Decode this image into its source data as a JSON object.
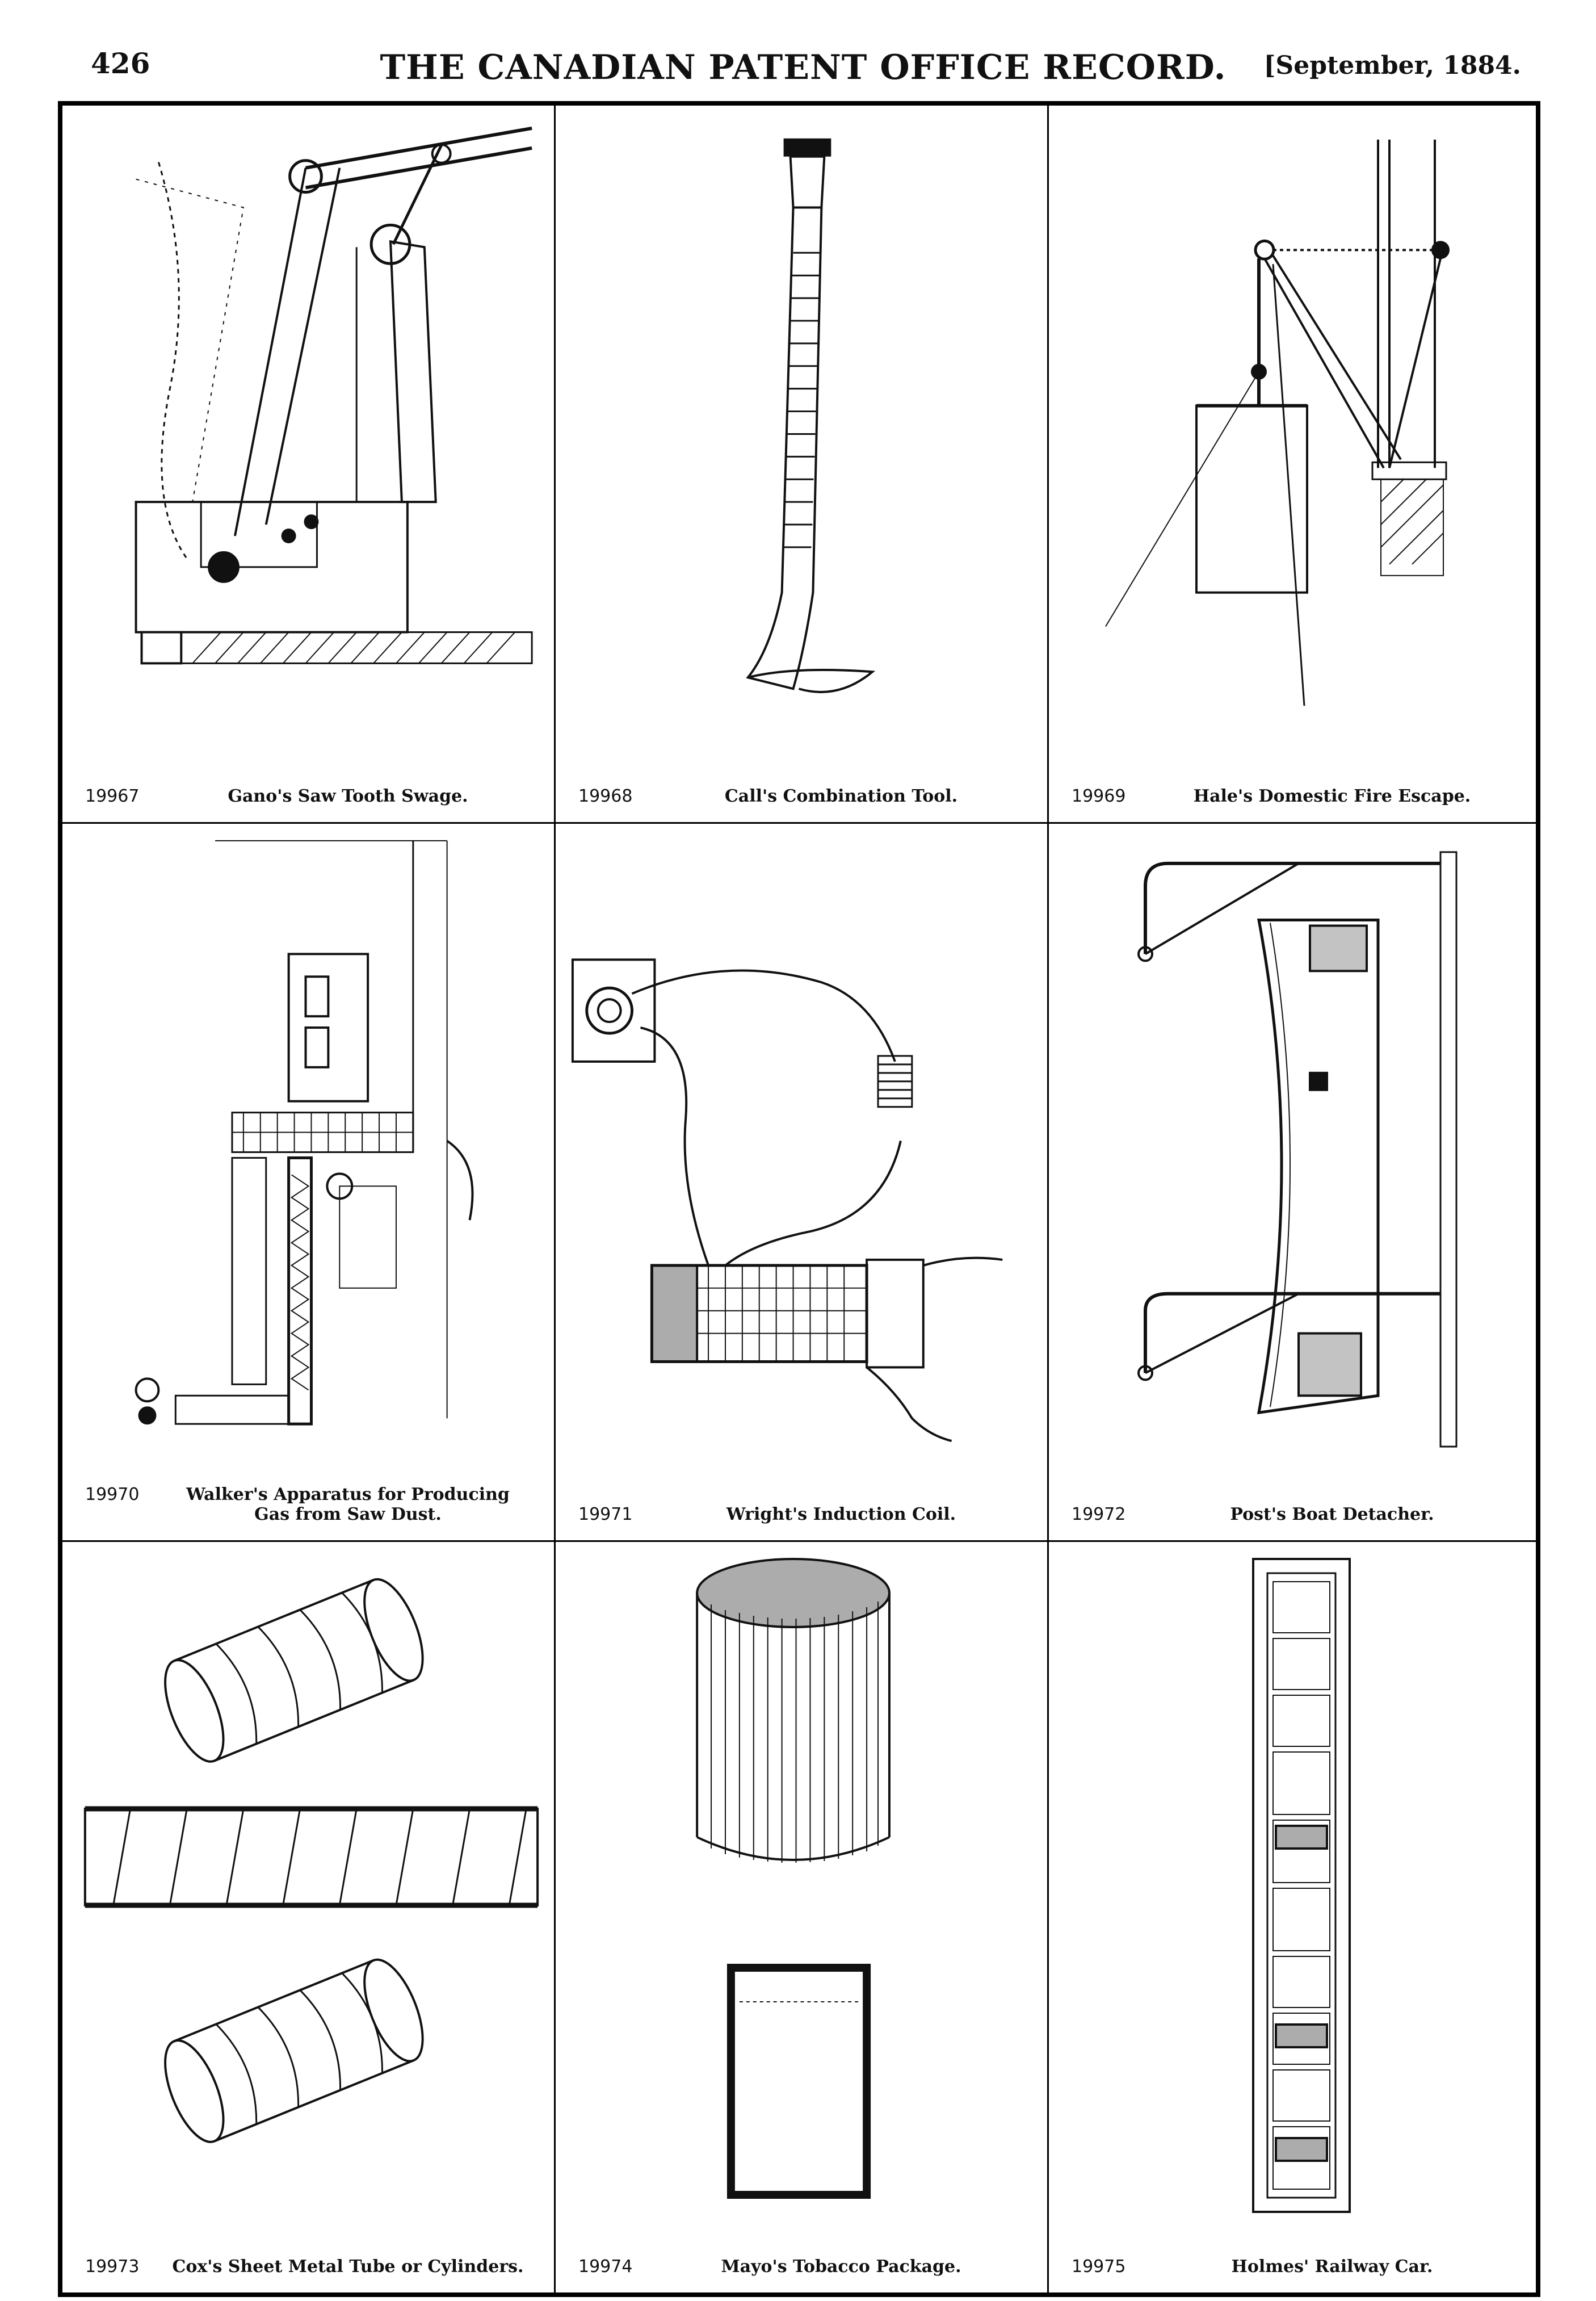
{
  "header": {
    "page_number": "426",
    "journal_title": "THE CANADIAN PATENT OFFICE RECORD.",
    "issue_date": "[September, 1884."
  },
  "patents": [
    {
      "number": "19967",
      "title": "Gano's Saw Tooth Swage."
    },
    {
      "number": "19968",
      "title": "Call's Combination Tool."
    },
    {
      "number": "19969",
      "title": "Hale's Domestic Fire Escape."
    },
    {
      "number": "19970",
      "title": "Walker's Apparatus for Producing Gas from Saw Dust."
    },
    {
      "number": "19971",
      "title": "Wright's Induction Coil."
    },
    {
      "number": "19972",
      "title": "Post's Boat Detacher."
    },
    {
      "number": "19973",
      "title": "Cox's Sheet Metal Tube or Cylinders."
    },
    {
      "number": "19974",
      "title": "Mayo's Tobacco Package."
    },
    {
      "number": "19975",
      "title": "Holmes' Railway Car."
    }
  ]
}
